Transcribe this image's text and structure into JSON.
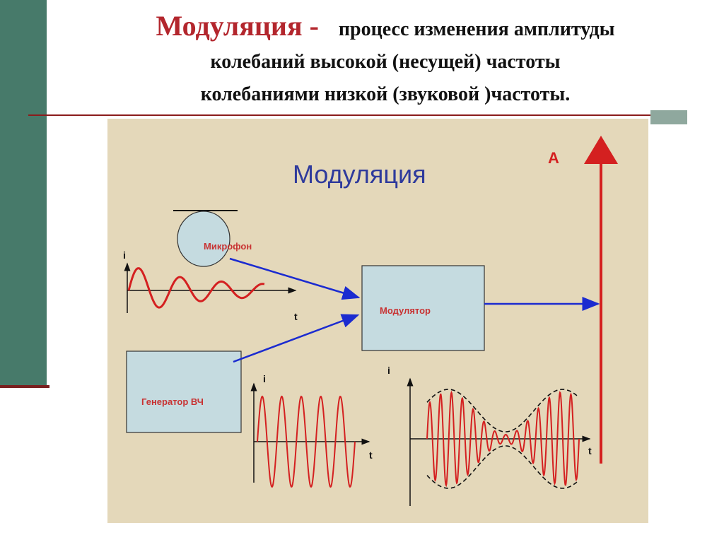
{
  "title": {
    "term": "Модуляция -",
    "line1_rest": "процесс изменения амплитуды",
    "line2": "колебаний высокой (несущей) частоты",
    "line3": "колебаниями низкой (звуковой )частоты."
  },
  "diagram": {
    "heading": "Модуляция",
    "microphone_label": "Микрофон",
    "generator_label": "Генератор ВЧ",
    "modulator_label": "Модулятор",
    "amplitude_label": "А",
    "axis_current": "i",
    "axis_time": "t"
  },
  "colors": {
    "sidebar": "#477a6a",
    "title_accent": "#b3262d",
    "wave": "#d42020",
    "heading": "#2e3a9c",
    "arrows": "#1b2bd0",
    "block_fill": "#c5dbe0"
  }
}
